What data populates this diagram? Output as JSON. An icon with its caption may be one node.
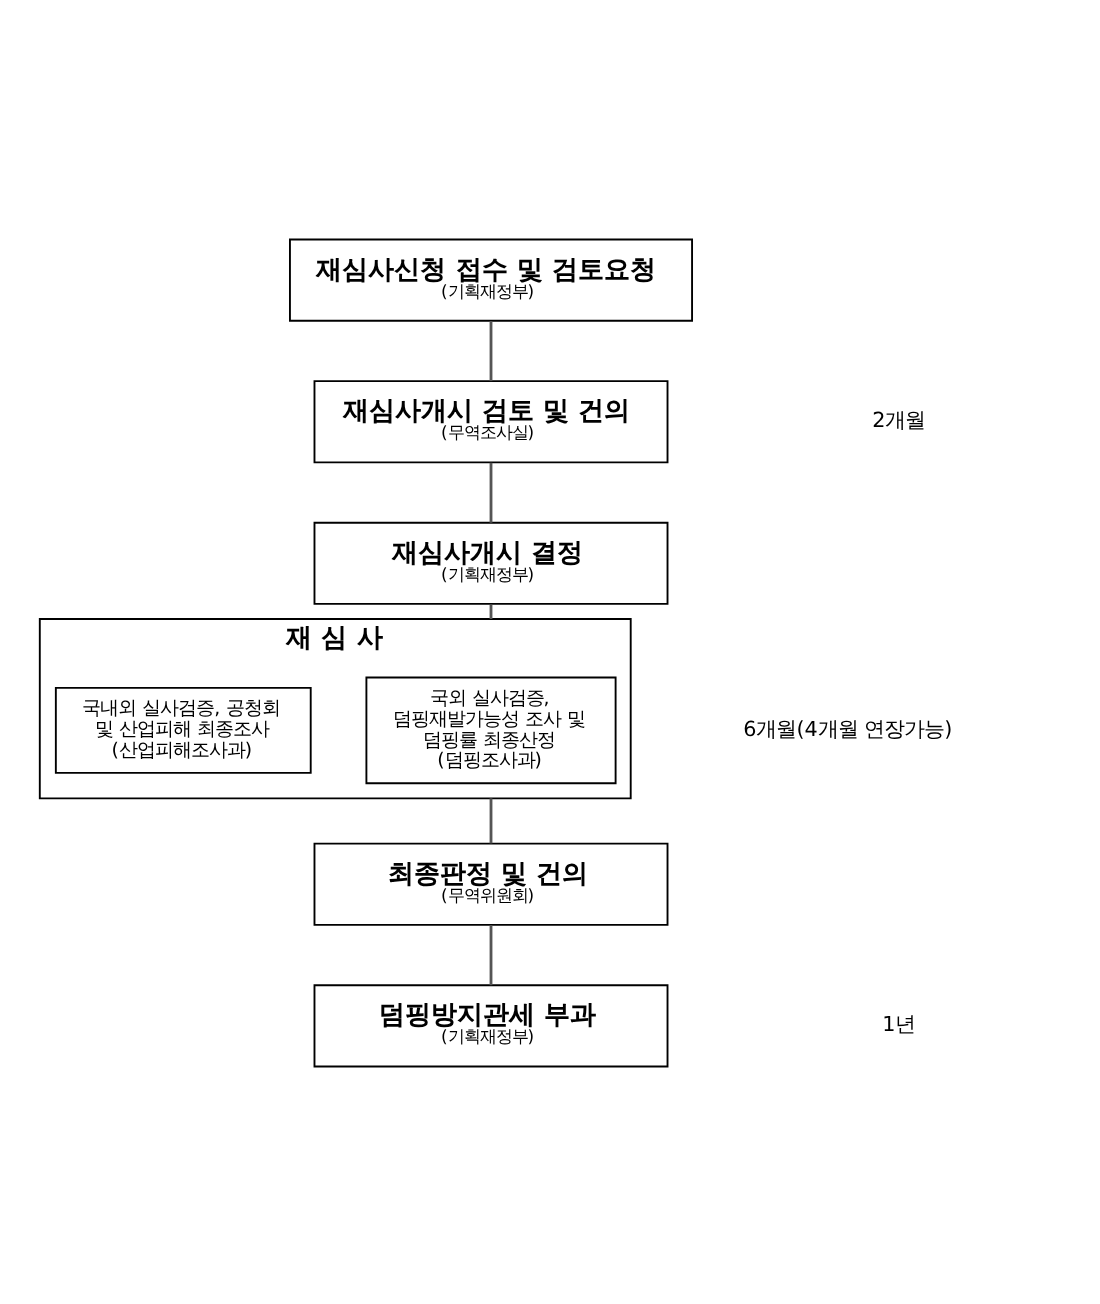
{
  "diagram": {
    "nodes": [
      {
        "text": [
          "재심사신청 접수 및 검토요청",
          "(기획재정부)"
        ]
      },
      {
        "text": [
          "재심사개시 검토 및 건의",
          "(무역조사실)"
        ]
      },
      {
        "text": [
          "재심사개시 결정",
          "(기획재정부)"
        ]
      },
      {
        "text": [
          "재 심 사"
        ]
      },
      {
        "text": [
          "국외 실사검증, 덤핑재발가능성 조사 및 덤핑률 최종산정",
          "(덤핑조사과)"
        ],
        "in": 3
      },
      {
        "text": [
          "국내외 실사검증, 공청회 및 산업피해 최종조사",
          "(산업피해조사과)"
        ],
        "in": 3
      },
      {
        "text": [
          "최종판정 및 건의",
          "(무역위원회)"
        ]
      },
      {
        "text": [
          "덤핑방지관세 부과",
          "(기획재정부)"
        ]
      }
    ],
    "edges": [
      {
        "from": 0,
        "to": 1,
        "arrow": "none"
      },
      {
        "from": 1,
        "to": 2,
        "arrow": "none"
      },
      {
        "from": 2,
        "to": 3,
        "arrow": "none"
      },
      {
        "from": 3,
        "to": 6,
        "arrow": "none"
      },
      {
        "from": 6,
        "to": 7,
        "arrow": "none"
      }
    ],
    "labels": [
      "2개월",
      "6개월(4개월 연장가능)",
      "1년"
    ]
  }
}
